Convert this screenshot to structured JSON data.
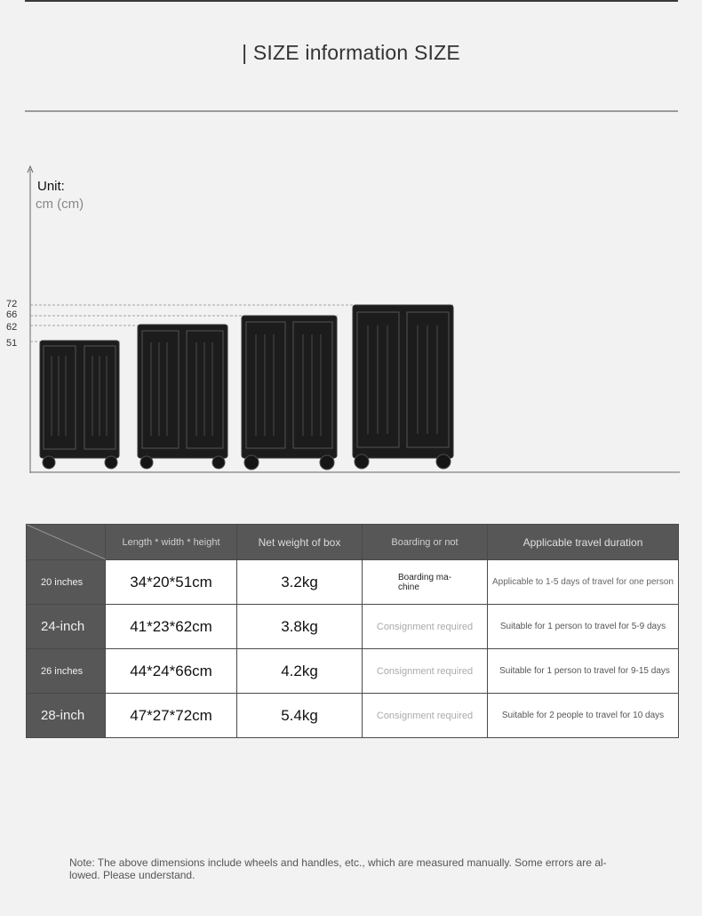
{
  "header": {
    "title": "| SIZE information SIZE"
  },
  "chart": {
    "unit_label": "Unit:",
    "unit_sub": "cm (cm)",
    "ticks": [
      "72",
      "66",
      "62",
      "51"
    ]
  },
  "table": {
    "columns": [
      "Length * width * height",
      "Net weight of box",
      "Boarding or not",
      "Applicable travel duration"
    ],
    "rows": [
      {
        "size": "20 inches",
        "dims": "34*20*51cm",
        "weight": "3.2kg",
        "boarding": "Boarding ma-\nchine",
        "duration": "Applicable to 1-5 days of travel for one person"
      },
      {
        "size": "24-inch",
        "dims": "41*23*62cm",
        "weight": "3.8kg",
        "boarding": "Consignment required",
        "duration": "Suitable for 1 person to travel for 5-9 days"
      },
      {
        "size": "26 inches",
        "dims": "44*24*66cm",
        "weight": "4.2kg",
        "boarding": "Consignment required",
        "duration": "Suitable for 1 person to travel for 9-15 days"
      },
      {
        "size": "28-inch",
        "dims": "47*27*72cm",
        "weight": "5.4kg",
        "boarding": "Consignment required",
        "duration": "Suitable for 2 people to travel for 10 days"
      }
    ]
  },
  "note": "Note: The above dimensions include wheels and handles, etc., which are measured manually. Some errors are al- lowed. Please understand.",
  "colors": {
    "header_bg": "#575757",
    "suitcase": "#1e1e1e",
    "page_bg": "#f2f2f2"
  }
}
